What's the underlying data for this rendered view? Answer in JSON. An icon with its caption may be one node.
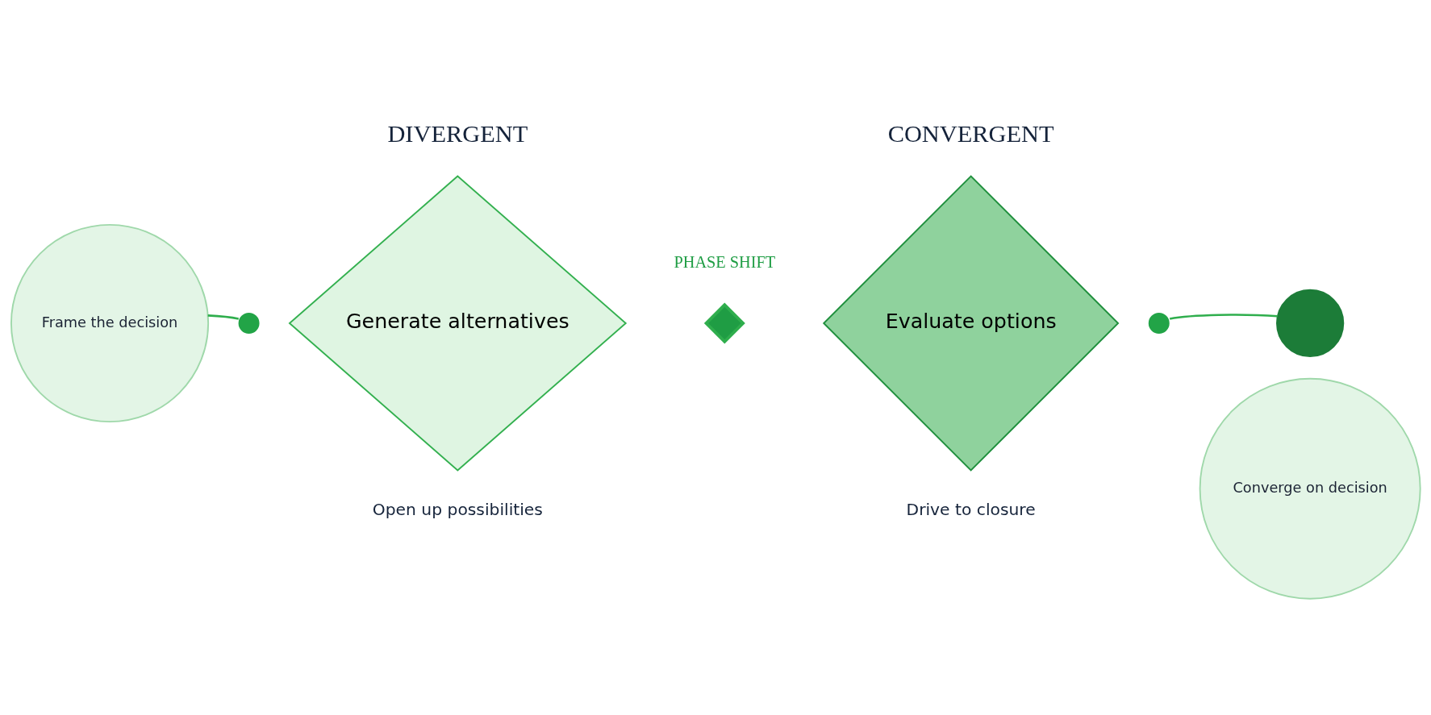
{
  "diagram": {
    "nodes": [
      {
        "text": [
          "Frame the decision"
        ]
      },
      {
        "text": [],
        "shape": "circle"
      },
      {
        "text": [
          "Generate alternatives"
        ],
        "beside": [
          "Open up possibilities"
        ]
      },
      {
        "text": [],
        "shape": "diamond",
        "beside": [
          "PHASE SHIFT"
        ]
      },
      {
        "text": [
          "Evaluate options"
        ],
        "beside": [
          "Drive to closure"
        ]
      },
      {
        "text": [],
        "shape": "circle"
      },
      {
        "text": [],
        "shape": "circle"
      },
      {
        "text": [
          "Converge on decision"
        ]
      }
    ],
    "edges": [
      {
        "from": 0,
        "to": 1,
        "arrow": "none"
      },
      {
        "from": 5,
        "to": 6,
        "arrow": "none"
      }
    ],
    "labels": [
      "DIVERGENT",
      "CONVERGENT"
    ]
  }
}
